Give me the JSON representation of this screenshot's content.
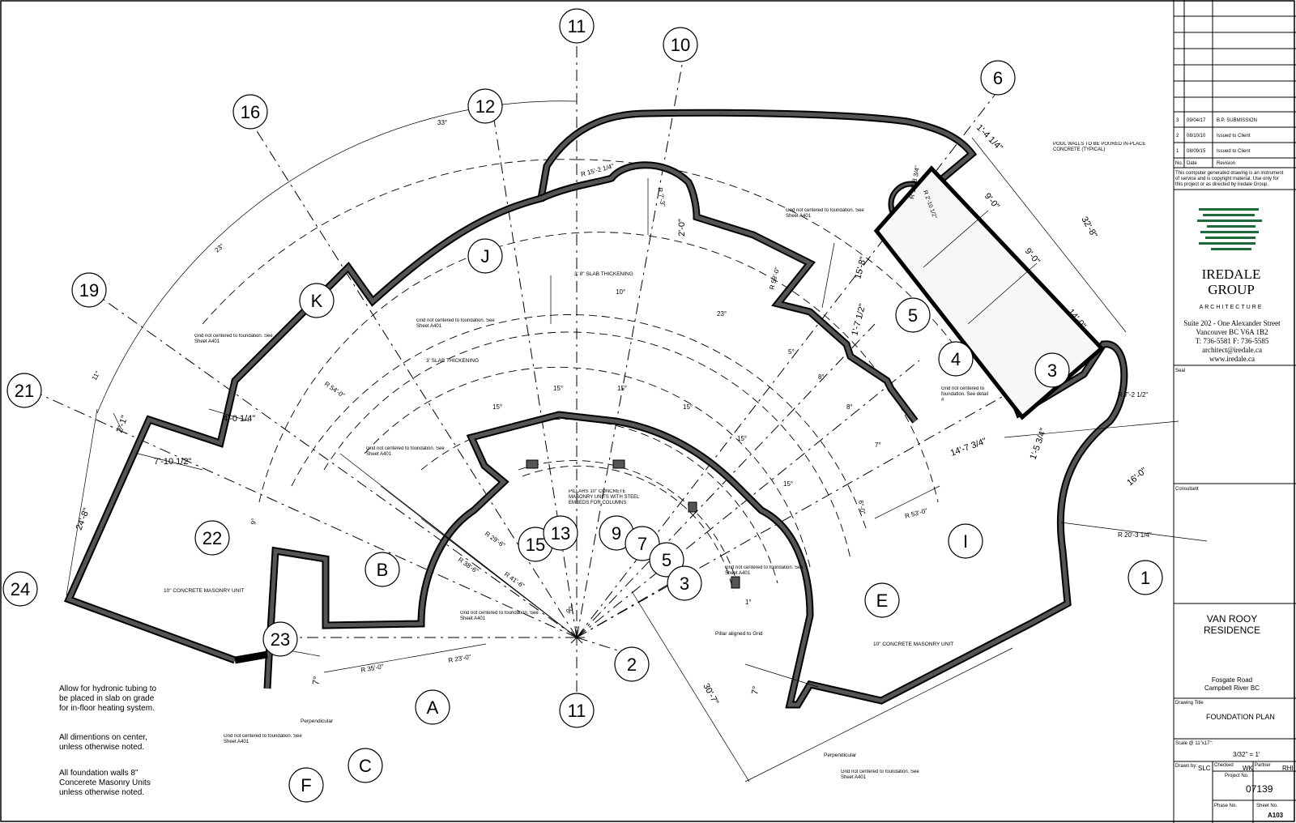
{
  "grid_bubbles": [
    {
      "id": "g11t",
      "label": "11"
    },
    {
      "id": "g10",
      "label": "10"
    },
    {
      "id": "g12",
      "label": "12"
    },
    {
      "id": "g16",
      "label": "16"
    },
    {
      "id": "g6",
      "label": "6"
    },
    {
      "id": "g19",
      "label": "19"
    },
    {
      "id": "g21",
      "label": "21"
    },
    {
      "id": "gK",
      "label": "K"
    },
    {
      "id": "gJ",
      "label": "J"
    },
    {
      "id": "g5r",
      "label": "5"
    },
    {
      "id": "g4",
      "label": "4"
    },
    {
      "id": "g3r",
      "label": "3"
    },
    {
      "id": "g22",
      "label": "22"
    },
    {
      "id": "gB",
      "label": "B"
    },
    {
      "id": "g15",
      "label": "15"
    },
    {
      "id": "g13",
      "label": "13"
    },
    {
      "id": "g9",
      "label": "9"
    },
    {
      "id": "g7",
      "label": "7"
    },
    {
      "id": "g5c",
      "label": "5"
    },
    {
      "id": "g3c",
      "label": "3"
    },
    {
      "id": "gE",
      "label": "E"
    },
    {
      "id": "gI",
      "label": "I"
    },
    {
      "id": "g1",
      "label": "1"
    },
    {
      "id": "g24",
      "label": "24"
    },
    {
      "id": "g23",
      "label": "23"
    },
    {
      "id": "g2",
      "label": "2"
    },
    {
      "id": "gA",
      "label": "A"
    },
    {
      "id": "g11b",
      "label": "11"
    },
    {
      "id": "gC",
      "label": "C"
    },
    {
      "id": "gF",
      "label": "F"
    }
  ],
  "dimensions": {
    "d33": "33°",
    "d23a": "23°",
    "d11": "11°",
    "d21": "2'-1\"",
    "d248": "24'-8\"",
    "d7105": "7'-10 1/2\"",
    "d4014": "4'-0 1/4\"",
    "d9": "9°",
    "dR54": "R 54'-0\"",
    "dR1521": "R 15'-2 1/4\"",
    "dR73": "R 7'-3\"",
    "d20": "2'-0\"",
    "dR590": "R 59'-0\"",
    "d158": "15'-8\"",
    "d1712": "1'-7 1/2\"",
    "dR1384": "R 13'-8 3/4\"",
    "dR2101": "R 2'-10 1/2\"",
    "d1414": "1'-4 1/4\"",
    "d3281": "32'-8\"",
    "d90a": "9'-0\"",
    "d90b": "9'-0\"",
    "d140": "14'-0\"",
    "dR7212": "R 7'-2 1/2\"",
    "d160": "16'-0\"",
    "dR20314": "R 20'-3 1/4\"",
    "d14734": "14'-7 3/4\"",
    "d1534": "1'-5 3/4\"",
    "d10": "10°",
    "d23b": "23°",
    "d5": "5°",
    "d8a": "8°",
    "d8b": "8°",
    "d7a": "7°",
    "d15a": "15°",
    "d15b": "15°",
    "d15c": "15°",
    "d15d": "15°",
    "d15e": "15°",
    "d15f": "15°",
    "d6": "6°-0\"",
    "dR530": "R 53'-0\"",
    "dR296": "R 29'-6\"",
    "dR386": "R 38'-6\"",
    "dR416": "R 41'-6\"",
    "d90": "90°",
    "dR350": "R 35'-0\"",
    "dR230": "R 23'-0\"",
    "d7b": "7°",
    "d7c": "7°",
    "d307": "30'-7\"",
    "d1deg": "1°"
  },
  "annotations": {
    "slab1": "3' 8\" SLAB THICKENING",
    "slab2": "3' SLAB THICKENING",
    "pool": "POOL WALLS TO BE POURED IN-PLACE CONCRETE (TYPICAL)",
    "gridK": "Grid not centered to foundation. See Sheet A401",
    "grid10": "Grid not centered to foundation. See Sheet A401",
    "grid21": "Grid not centered to foundation. See Sheet A401",
    "gridB": "Grid not centered to foundation. See Sheet A401",
    "grid4": "Grid not centered to foundation. See detail #",
    "pillars": "PILLARS 10\" CONCRETE MASONRY UNITS WITH STEEL EMBEDS FOR COLUMNS",
    "grid3": "Grid not centered to foundation. See Sheet A401",
    "gridA": "Grid not centered to foundation. See Sheet A401",
    "cmu1": "10\" CONCRETE MASONRY UNIT",
    "cmu2": "10\" CONCRETE MASONRY UNIT",
    "pillarGrid": "Pillar aligned to Grid",
    "perp1": "Perpendicular",
    "perp2": "Perpendicular",
    "gridF": "Grid not centered to foundation. See Sheet A401",
    "grid1": "Grid not centered to foundation. See Sheet A401"
  },
  "notes": {
    "n1_l1": "Allow for hydronic tubing to",
    "n1_l2": "be placed in slab on grade",
    "n1_l3": "for in-floor heating system.",
    "n2_l1": "All dimentions on center,",
    "n2_l2": "unless otherwise noted.",
    "n3_l1": "All foundation walls 8\"",
    "n3_l2": "Concerete Masonry Units",
    "n3_l3": "unless otherwise noted."
  },
  "title_block": {
    "revisions": [
      {
        "no": "3",
        "date": "09/04/17",
        "rev": "B.P. SUBMISSION"
      },
      {
        "no": "2",
        "date": "08/10/10",
        "rev": "Issued to Client"
      },
      {
        "no": "1",
        "date": "08/09/15",
        "rev": "Issued to Client"
      }
    ],
    "rev_head_no": "No.",
    "rev_head_date": "Date",
    "rev_head_rev": "Revision",
    "copyright_l1": "This computer generated drawing is an instrument",
    "copyright_l2": "of service and is copyright material.  Use only for",
    "copyright_l3": "this project or as directed by Iredale Group.",
    "firm_l1": "IREDALE",
    "firm_l2": "GROUP",
    "firm_l3": "ARCHITECTURE",
    "addr_l1": "Suite 202 - One Alexander Street",
    "addr_l2": "Vancouver BC V6A 1B2",
    "addr_l3": "T: 736-5581  F: 736-5585",
    "addr_l4": "architect@iredale.ca",
    "addr_l5": "www.iredale.ca",
    "seal": "Seal",
    "consultant": "Consultant",
    "project_l1": "VAN ROOY",
    "project_l2": "RESIDENCE",
    "loc_l1": "Fosgate Road",
    "loc_l2": "Campbell River  BC",
    "drawing_title_label": "Drawing Title",
    "drawing_title": "FOUNDATION PLAN",
    "scale_label": "Scale @ 11\"x17\":",
    "scale": "3/32\" = 1'",
    "drawn_label": "Drawn by:",
    "drawn": "SLC",
    "checked_label": "Checked",
    "checked": "WK",
    "partner_label": "Partner",
    "partner": "RHI",
    "project_no_label": "Project No.",
    "project_no": "07139",
    "phase_label": "Phase No.",
    "sheet_label": "Sheet No.",
    "sheet": "A103"
  }
}
